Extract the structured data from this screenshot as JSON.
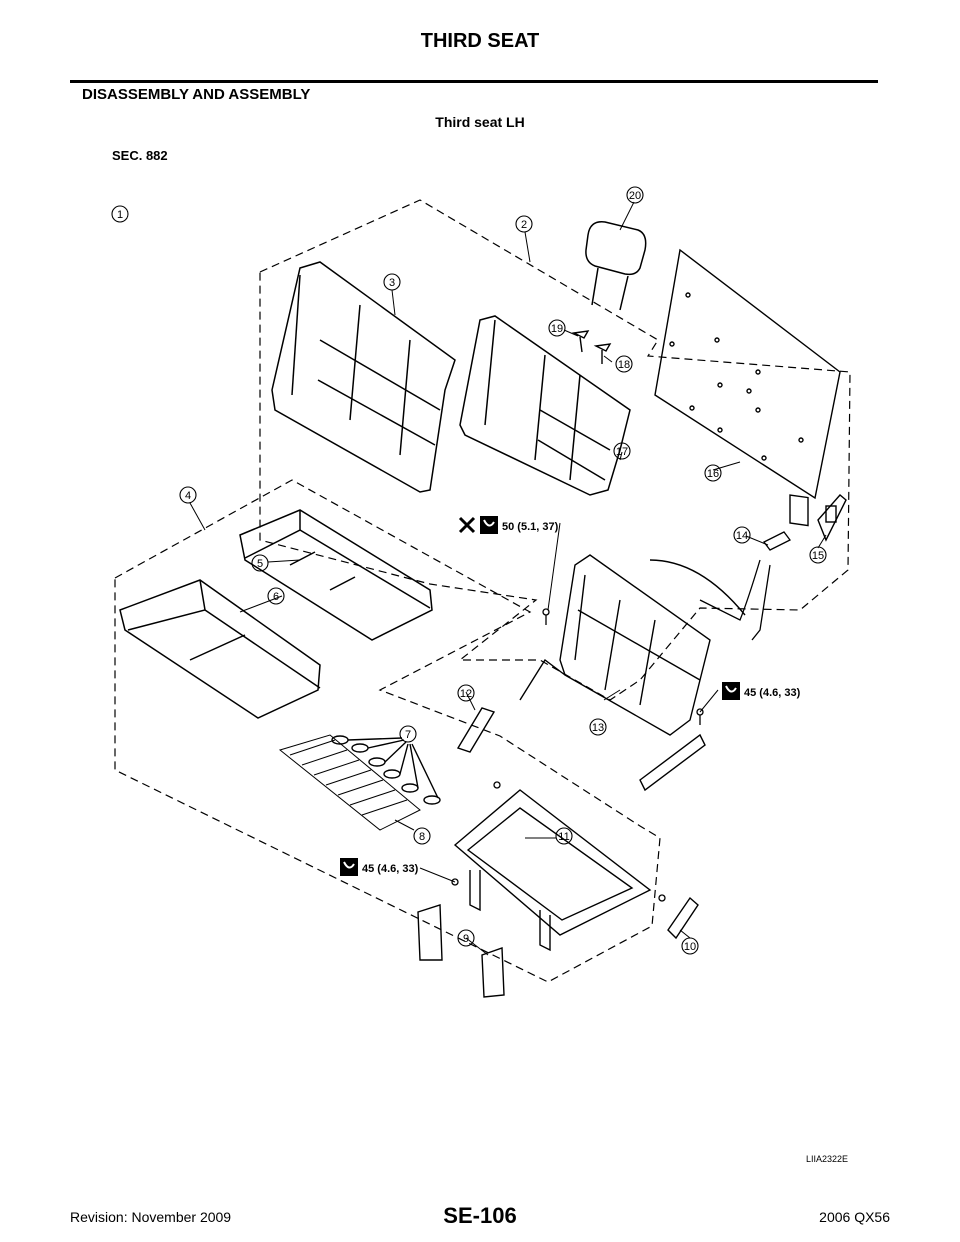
{
  "header": {
    "title": "THIRD SEAT"
  },
  "section": {
    "title": "DISASSEMBLY AND ASSEMBLY"
  },
  "figure": {
    "caption": "Third seat LH",
    "sec_label": "SEC. 882",
    "image_code": "LIIA2322E",
    "callouts": [
      "1",
      "2",
      "3",
      "4",
      "5",
      "6",
      "7",
      "8",
      "9",
      "10",
      "11",
      "12",
      "13",
      "14",
      "15",
      "16",
      "17",
      "18",
      "19",
      "20"
    ],
    "torques": [
      "50 (5.1, 37)",
      "45 (4.6, 33)",
      "45 (4.6, 33)"
    ],
    "icons": [
      "replace-part-icon",
      "torque-wrench-icon"
    ]
  },
  "footer": {
    "revision": "Revision: November 2009",
    "page_number": "SE-106",
    "model": "2006 QX56"
  }
}
